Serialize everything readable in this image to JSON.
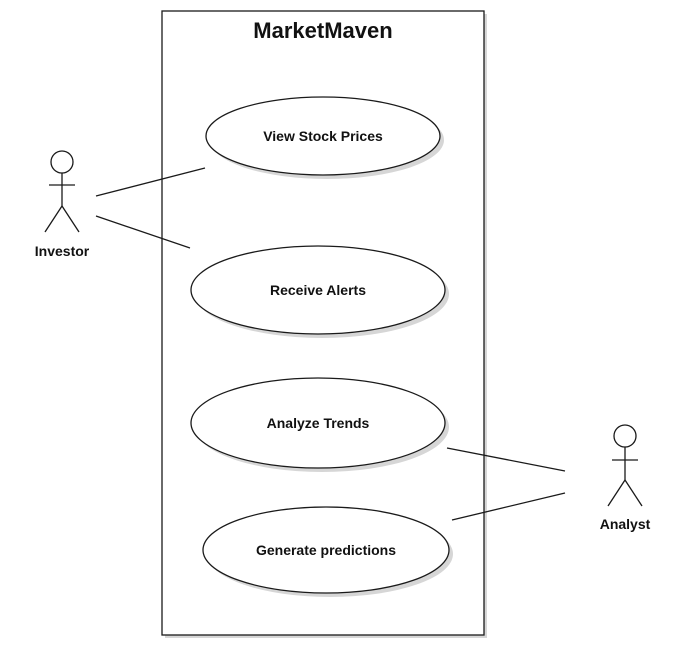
{
  "system": {
    "title": "MarketMaven"
  },
  "use_cases": [
    {
      "label": "View Stock Prices"
    },
    {
      "label": "Receive Alerts"
    },
    {
      "label": "Analyze Trends"
    },
    {
      "label": "Generate predictions"
    }
  ],
  "actors": [
    {
      "label": "Investor"
    },
    {
      "label": "Analyst"
    }
  ],
  "colors": {
    "stroke": "#1a1a1a",
    "shadow": "#d6d6d6",
    "background": "#ffffff"
  }
}
